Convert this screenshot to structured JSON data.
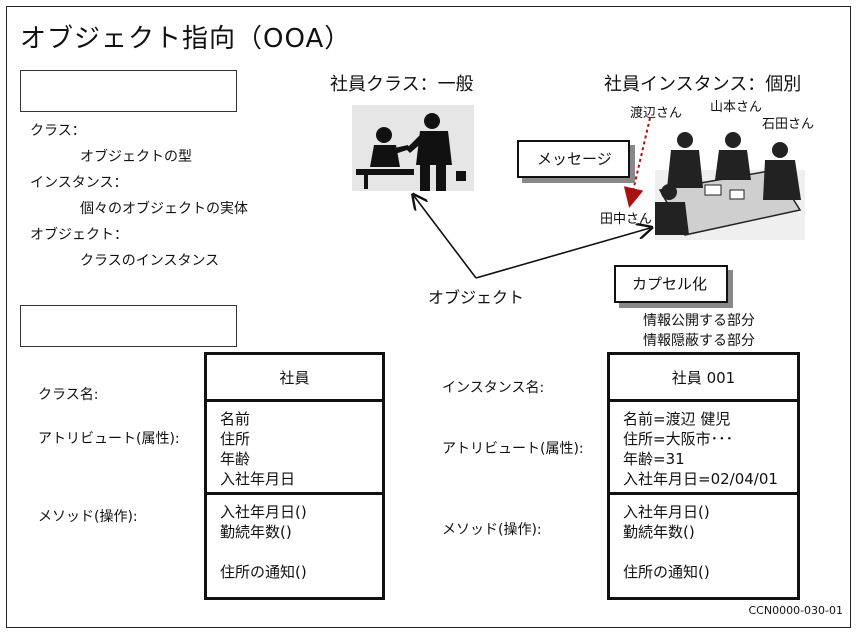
{
  "title": "オブジェクト指向（OOA）",
  "definitions": [
    {
      "term": "クラス：",
      "desc": "オブジェクトの型"
    },
    {
      "term": "インスタンス：",
      "desc": "個々のオブジェクトの実体"
    },
    {
      "term": "オブジェクト：",
      "desc": "クラスのインスタンス"
    }
  ],
  "illustration": {
    "class_heading": "社員クラス：一般",
    "instance_heading": "社員インスタンス：個別",
    "people": [
      "渡辺さん",
      "山本さん",
      "石田さん",
      "田中さん"
    ],
    "message_label": "メッセージ",
    "object_label": "オブジェクト",
    "encapsulation_label": "カプセル化",
    "encapsulation_notes": [
      "情報公開する部分",
      "情報隠蔽する部分"
    ]
  },
  "class_box": {
    "name_label": "クラス名:",
    "attr_label": "アトリビュート(属性):",
    "method_label": "メソッド(操作):",
    "name": "社員",
    "attributes": [
      "名前",
      "住所",
      "年齢",
      "入社年月日"
    ],
    "methods": [
      "入社年月日()",
      "勤続年数()",
      "",
      "住所の通知()"
    ]
  },
  "instance_box": {
    "name_label": "インスタンス名:",
    "attr_label": "アトリビュート(属性):",
    "method_label": "メソッド(操作):",
    "name": "社員 001",
    "attributes": [
      "名前=渡辺 健児",
      "住所=大阪市･･･",
      "年齢=31",
      "入社年月日=02/04/01"
    ],
    "methods": [
      "入社年月日()",
      "勤続年数()",
      "",
      "住所の通知()"
    ]
  },
  "footer_code": "CCN0000-030-01"
}
